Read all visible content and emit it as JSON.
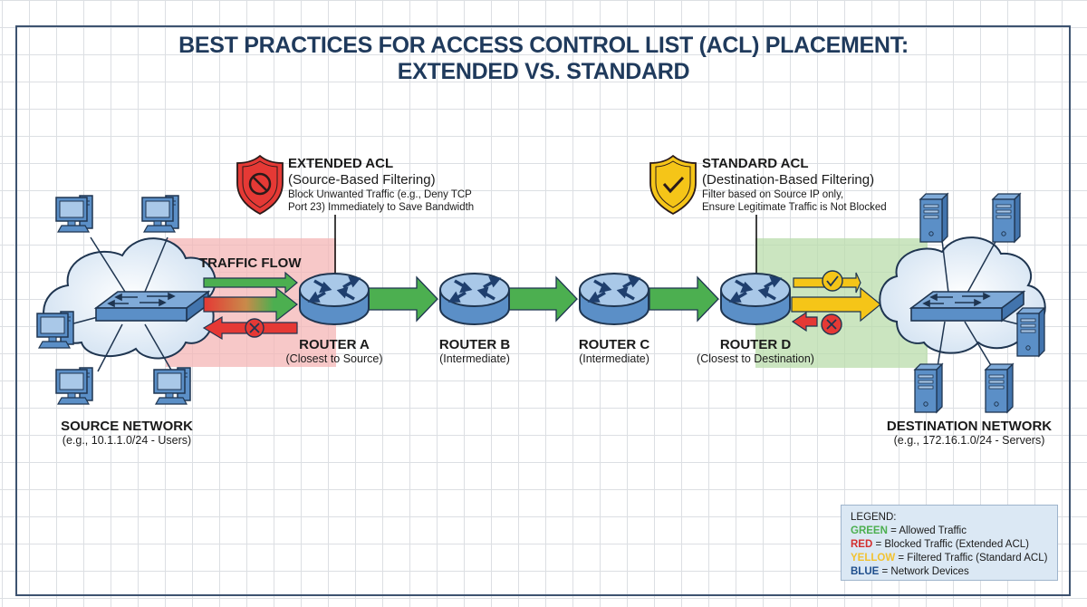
{
  "title": {
    "line1": "BEST PRACTICES FOR ACCESS CONTROL LIST (ACL) PLACEMENT:",
    "line2": "EXTENDED VS. STANDARD"
  },
  "extended_acl": {
    "icon": "shield-block-icon",
    "heading": "EXTENDED ACL",
    "subheading": "(Source-Based Filtering)",
    "desc_line1": "Block Unwanted Traffic (e.g., Deny TCP",
    "desc_line2": "Port 23) Immediately to Save Bandwidth",
    "color": "#e53935"
  },
  "standard_acl": {
    "icon": "shield-check-icon",
    "heading": "STANDARD ACL",
    "subheading": "(Destination-Based Filtering)",
    "desc_line1": "Filter based on Source IP only,",
    "desc_line2": "Ensure Legitimate Traffic is Not Blocked",
    "color": "#f5c518"
  },
  "traffic_flow_label": "TRAFFIC FLOW",
  "source_network": {
    "name": "SOURCE NETWORK",
    "detail": "(e.g., 10.1.1.0/24 - Users)",
    "devices": [
      "workstation",
      "workstation",
      "workstation",
      "workstation",
      "workstation"
    ]
  },
  "destination_network": {
    "name": "DESTINATION NETWORK",
    "detail": "(e.g., 172.16.1.0/24 - Servers)",
    "devices": [
      "server",
      "server",
      "server",
      "server",
      "server"
    ]
  },
  "routers": [
    {
      "name": "ROUTER A",
      "detail": "(Closest to Source)"
    },
    {
      "name": "ROUTER B",
      "detail": "(Intermediate)"
    },
    {
      "name": "ROUTER C",
      "detail": "(Intermediate)"
    },
    {
      "name": "ROUTER D",
      "detail": "(Closest to Destination)"
    }
  ],
  "legend": {
    "title": "LEGEND:",
    "items": [
      {
        "color_word": "GREEN",
        "text": " = Allowed Traffic",
        "color": "#4caf50"
      },
      {
        "color_word": "RED",
        "text": " = Blocked Traffic (Extended ACL)",
        "color": "#d32f2f"
      },
      {
        "color_word": "YELLOW",
        "text": " = Filtered Traffic (Standard ACL)",
        "color": "#f2c230"
      },
      {
        "color_word": "BLUE",
        "text": " = Network Devices",
        "color": "#1f4e8c"
      }
    ]
  },
  "colors": {
    "allowed": "#4caf50",
    "blocked": "#e53935",
    "filtered": "#f5c518",
    "device": "#5b8fc7",
    "device_light": "#a9c8e8",
    "outline": "#1f3550"
  }
}
